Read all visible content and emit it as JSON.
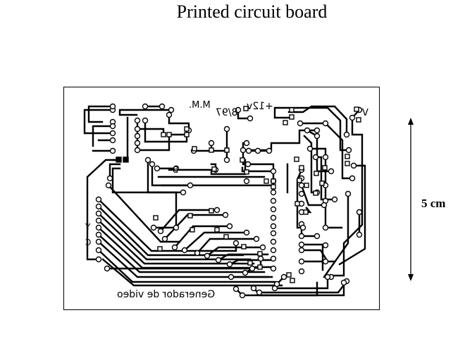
{
  "page": {
    "title": "Printed circuit board"
  },
  "board": {
    "caption": "Generador de video",
    "author": "M.M.",
    "date": "8/97",
    "supply": "+12v",
    "pins": {
      "v": "V",
      "b": "B",
      "y": "Y",
      "c": "C"
    }
  },
  "dimension": {
    "label": "5 cm"
  }
}
